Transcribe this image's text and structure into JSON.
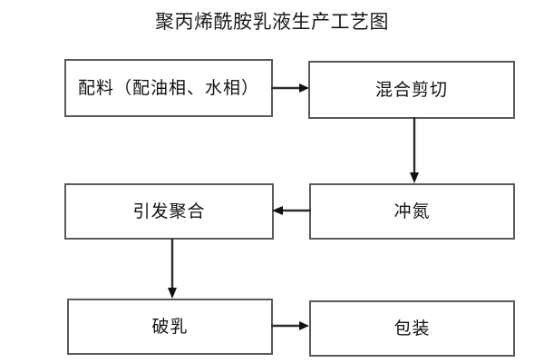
{
  "diagram": {
    "title": "聚丙烯酰胺乳液生产工艺图",
    "type": "process-flowchart",
    "background_color": "#ffffff",
    "box_border_color": "#5a5a5a",
    "text_color": "#111111",
    "arrow_color": "#2b2b2b",
    "nodes": [
      {
        "id": "ingredients",
        "label": "配料（配油相、水相）",
        "row": 1,
        "column": "left"
      },
      {
        "id": "mixshear",
        "label": "混合剪切",
        "row": 1,
        "column": "right"
      },
      {
        "id": "polymerize",
        "label": "引发聚合",
        "row": 2,
        "column": "left"
      },
      {
        "id": "nitrogen",
        "label": "冲氮",
        "row": 2,
        "column": "right"
      },
      {
        "id": "demulsify",
        "label": "破乳",
        "row": 3,
        "column": "left"
      },
      {
        "id": "packaging",
        "label": "包装",
        "row": 3,
        "column": "right"
      }
    ],
    "connectors": [
      {
        "id": "c1",
        "from": "ingredients",
        "to": "mixshear",
        "direction": "right"
      },
      {
        "id": "c2",
        "from": "mixshear",
        "to": "nitrogen",
        "direction": "down"
      },
      {
        "id": "c3",
        "from": "nitrogen",
        "to": "polymerize",
        "direction": "left"
      },
      {
        "id": "c4",
        "from": "polymerize",
        "to": "demulsify",
        "direction": "down"
      },
      {
        "id": "c5",
        "from": "demulsify",
        "to": "packaging",
        "direction": "right"
      }
    ]
  }
}
